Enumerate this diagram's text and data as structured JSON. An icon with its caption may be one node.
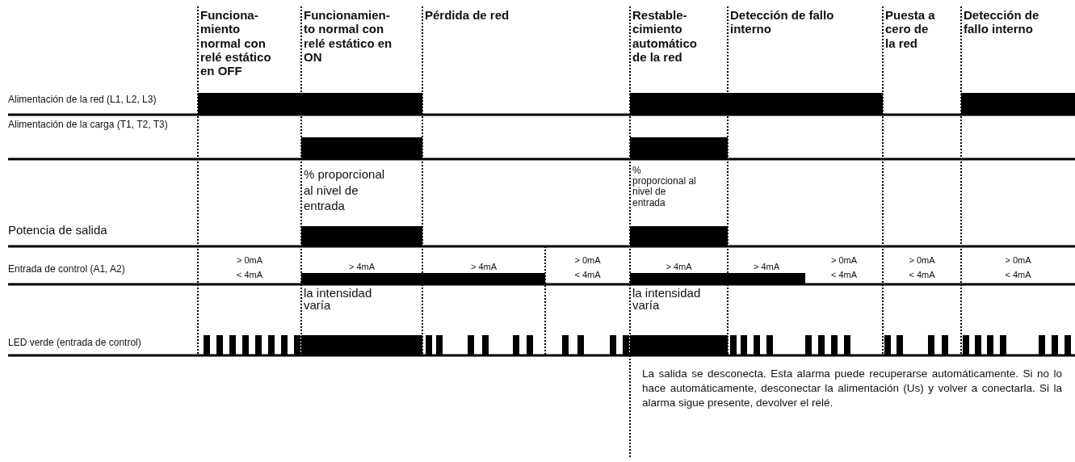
{
  "diagram": {
    "labels": [
      "Funciona- miento normal con relé estático en OFF",
      "Funcionamien- to normal con relé estático en ON",
      "Pérdida de red",
      "Restable- cimiento automático de la red",
      "Detección de fallo interno",
      "Puesta a cero de la red",
      "Detección de fallo interno",
      "Alimentación de la red (L1, L2, L3)",
      "Alimentación de la carga (T1, T2, T3)",
      "Potencia de salida",
      "% proporcional al nivel de entrada",
      "% proporcional al nivel de entrada",
      "Entrada de control (A1, A2)",
      "> 0mA",
      "< 4mA",
      "> 4mA",
      "> 4mA",
      "> 0mA",
      "< 4mA",
      "> 4mA",
      "> 4mA",
      "> 0mA",
      "< 4mA",
      "> 0mA",
      "< 4mA",
      "> 0mA",
      "< 4mA",
      "LED verde (entrada de control)",
      "la intensidad varía",
      "la intensidad varía",
      "La salida se desconecta. Esta alarma puede recuperarse automáticamente. Si no lo hace automáticamente, desconectar la alimentación (Us) y volver a conectarla. Si la alarma sigue presente, devolver el relé."
    ]
  }
}
